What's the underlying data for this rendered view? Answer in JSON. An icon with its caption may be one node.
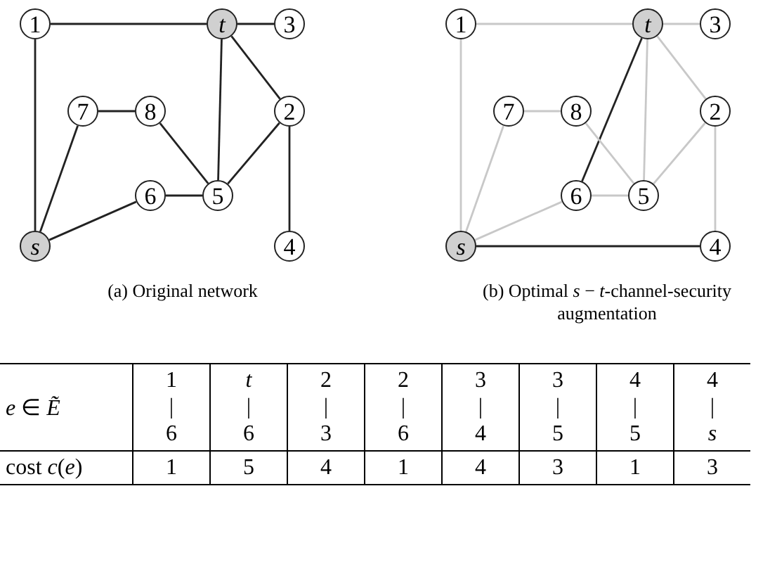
{
  "diagram": {
    "nodes": [
      {
        "text": [
          "1"
        ]
      },
      {
        "text": [
          "t"
        ]
      },
      {
        "text": [
          "3"
        ]
      },
      {
        "text": [
          "7"
        ]
      },
      {
        "text": [
          "8"
        ]
      },
      {
        "text": [
          "2"
        ]
      },
      {
        "text": [
          "6"
        ]
      },
      {
        "text": [
          "5"
        ]
      },
      {
        "text": [
          "s"
        ]
      },
      {
        "text": [
          "4"
        ]
      },
      {
        "text": [
          "1"
        ]
      },
      {
        "text": [
          "t"
        ]
      },
      {
        "text": [
          "3"
        ]
      },
      {
        "text": [
          "7"
        ]
      },
      {
        "text": [
          "8"
        ]
      },
      {
        "text": [
          "2"
        ]
      },
      {
        "text": [
          "6"
        ]
      },
      {
        "text": [
          "5"
        ]
      },
      {
        "text": [
          "s"
        ]
      },
      {
        "text": [
          "4"
        ]
      }
    ],
    "edges": [
      {
        "from": 0,
        "to": 1,
        "arrow": "none"
      },
      {
        "from": 1,
        "to": 2,
        "arrow": "none"
      },
      {
        "from": 0,
        "to": 8,
        "arrow": "none"
      },
      {
        "from": 1,
        "to": 7,
        "arrow": "none"
      },
      {
        "from": 1,
        "to": 5,
        "arrow": "none"
      },
      {
        "from": 3,
        "to": 4,
        "arrow": "none"
      },
      {
        "from": 3,
        "to": 8,
        "arrow": "none"
      },
      {
        "from": 4,
        "to": 7,
        "arrow": "none"
      },
      {
        "from": 7,
        "to": 5,
        "arrow": "none"
      },
      {
        "from": 5,
        "to": 9,
        "arrow": "none"
      },
      {
        "from": 6,
        "to": 7,
        "arrow": "none"
      },
      {
        "from": 8,
        "to": 6,
        "arrow": "none"
      },
      {
        "from": 10,
        "to": 11,
        "arrow": "none",
        "color": "#c8c8c8"
      },
      {
        "from": 11,
        "to": 12,
        "arrow": "none",
        "color": "#c8c8c8"
      },
      {
        "from": 10,
        "to": 18,
        "arrow": "none",
        "color": "#c8c8c8"
      },
      {
        "from": 11,
        "to": 17,
        "arrow": "none",
        "color": "#c8c8c8"
      },
      {
        "from": 11,
        "to": 15,
        "arrow": "none",
        "color": "#c8c8c8"
      },
      {
        "from": 11,
        "to": 16,
        "arrow": "none"
      },
      {
        "from": 13,
        "to": 14,
        "arrow": "none",
        "color": "#c8c8c8"
      },
      {
        "from": 13,
        "to": 18,
        "arrow": "none",
        "color": "#c8c8c8"
      },
      {
        "from": 14,
        "to": 17,
        "arrow": "none",
        "color": "#c8c8c8"
      },
      {
        "from": 17,
        "to": 15,
        "arrow": "none",
        "color": "#c8c8c8"
      },
      {
        "from": 15,
        "to": 19,
        "arrow": "none",
        "color": "#c8c8c8"
      },
      {
        "from": 16,
        "to": 17,
        "arrow": "none",
        "color": "#c8c8c8"
      },
      {
        "from": 18,
        "to": 16,
        "arrow": "none",
        "color": "#c8c8c8"
      },
      {
        "from": 18,
        "to": 19,
        "arrow": "none"
      }
    ],
    "labels": [
      "(a) Original network",
      "(b) Optimal *s* − *t*-channel-security augmentation",
      "*e* ∈ *Ẽ*",
      "1 | 6",
      "*t* | 6",
      "2 | 3",
      "2 | 6",
      "3 | 4",
      "3 | 5",
      "4 | 5",
      "4 | *s*",
      "cost *c*(*e*)",
      "1",
      "5",
      "4",
      "1",
      "4",
      "3",
      "1",
      "3"
    ]
  }
}
